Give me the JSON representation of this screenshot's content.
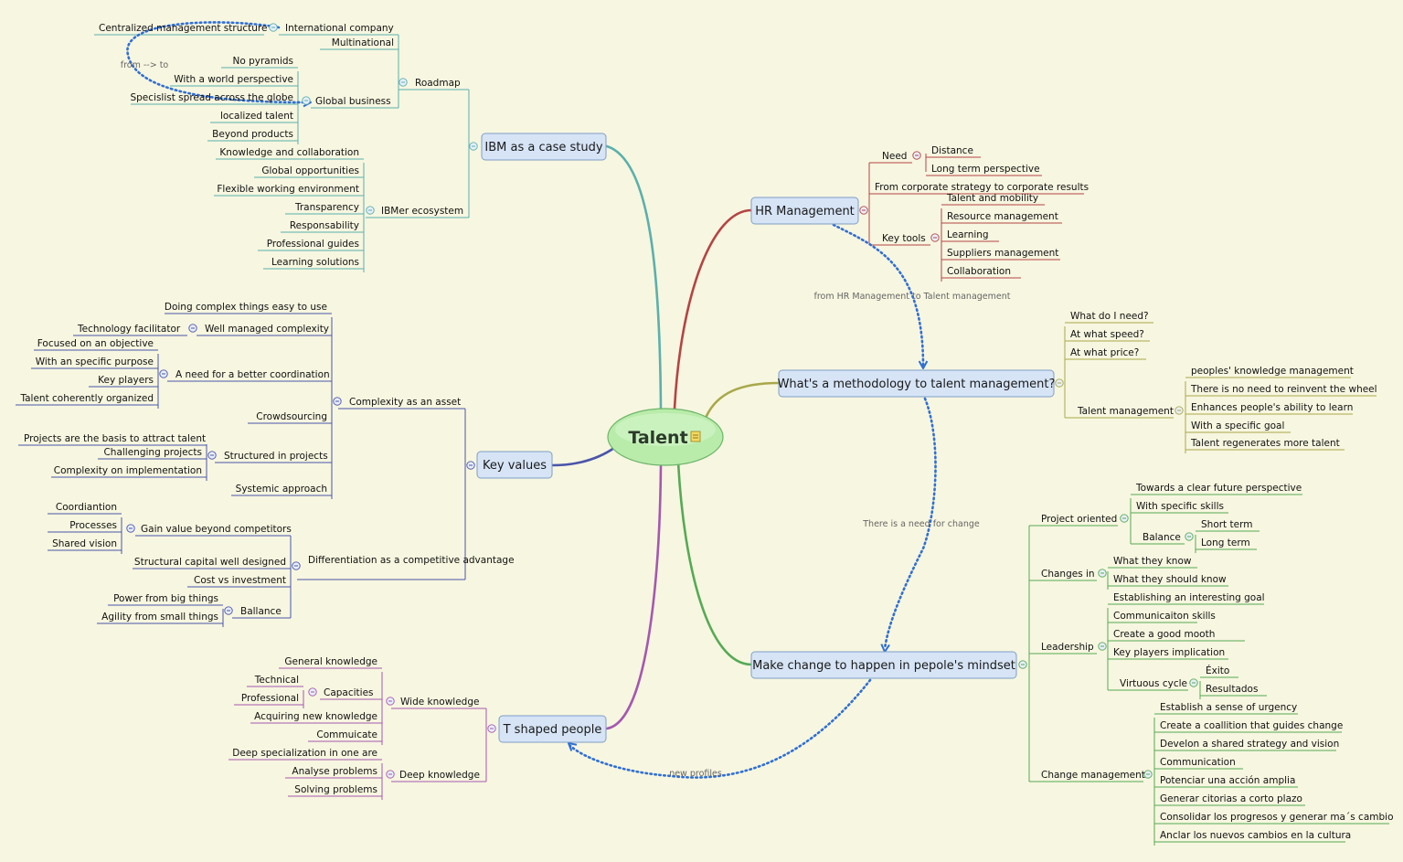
{
  "colors": {
    "background": "#f7f6e0",
    "teal": "#5ab0ac",
    "red": "#b54444",
    "olive": "#a8a84a",
    "green": "#55aa55",
    "purple": "#a558b0",
    "blue": "#4a55aa",
    "connector": "#2f6fd6",
    "topic_fill": "#d6e4f6",
    "topic_border": "#7f9fc6",
    "center_fill": "#b9ecaa"
  },
  "center": {
    "label": "Talent",
    "icon": "note-icon"
  },
  "branches": {
    "ibm": {
      "label": "IBM as a case study",
      "children": [
        {
          "label": "Roadmap",
          "children": [
            {
              "label": "International company",
              "children": [
                {
                  "label": "Centralized management structure"
                }
              ]
            },
            {
              "label": "Multinational"
            },
            {
              "label": "Global business",
              "children": [
                {
                  "label": "No pyramids"
                },
                {
                  "label": "With a world perspective"
                },
                {
                  "label": "Specislist spread across the globe"
                },
                {
                  "label": "localized talent"
                },
                {
                  "label": "Beyond products"
                }
              ]
            }
          ]
        },
        {
          "label": "IBMer ecosystem",
          "children": [
            {
              "label": "Knowledge and collaboration"
            },
            {
              "label": "Global opportunities"
            },
            {
              "label": "Flexible working environment"
            },
            {
              "label": "Transparency"
            },
            {
              "label": "Responsability"
            },
            {
              "label": "Professional guides"
            },
            {
              "label": "Learning solutions"
            }
          ]
        }
      ]
    },
    "key_values": {
      "label": "Key values",
      "children": [
        {
          "label": "Complexity as an asset",
          "children": [
            {
              "label": "Doing complex things easy to use"
            },
            {
              "label": "Well managed complexity",
              "children": [
                {
                  "label": "Technology facilitator"
                }
              ]
            },
            {
              "label": "A need for a better coordination",
              "children": [
                {
                  "label": "Focused on an objective"
                },
                {
                  "label": "With an specific purpose"
                },
                {
                  "label": "Key players"
                },
                {
                  "label": "Talent coherently organized"
                }
              ]
            },
            {
              "label": "Crowdsourcing"
            },
            {
              "label": "Structured in projects",
              "children": [
                {
                  "label": "Projects are the basis to attract talent"
                },
                {
                  "label": "Challenging projects"
                },
                {
                  "label": "Complexity on implementation"
                }
              ]
            },
            {
              "label": "Systemic approach"
            }
          ]
        },
        {
          "label": "Differentiation as a competitive advantage",
          "children": [
            {
              "label": "Gain value beyond competitors",
              "children": [
                {
                  "label": "Coordiantion"
                },
                {
                  "label": "Processes"
                },
                {
                  "label": "Shared vision"
                }
              ]
            },
            {
              "label": "Structural capital well designed"
            },
            {
              "label": "Cost vs investment"
            },
            {
              "label": "Ballance",
              "children": [
                {
                  "label": "Power from big things"
                },
                {
                  "label": "Agility from small things"
                }
              ]
            }
          ]
        }
      ]
    },
    "t_shaped": {
      "label": "T shaped people",
      "children": [
        {
          "label": "Wide knowledge",
          "children": [
            {
              "label": "General knowledge"
            },
            {
              "label": "Capacities",
              "children": [
                {
                  "label": "Technical"
                },
                {
                  "label": "Professional"
                }
              ]
            },
            {
              "label": "Acquiring new knowledge"
            },
            {
              "label": "Commuicate"
            }
          ]
        },
        {
          "label": "Deep knowledge",
          "children": [
            {
              "label": "Deep specialization in one are"
            },
            {
              "label": "Analyse problems"
            },
            {
              "label": "Solving problems"
            }
          ]
        }
      ]
    },
    "hr": {
      "label": "HR Management",
      "children": [
        {
          "label": "Need",
          "children": [
            {
              "label": "Distance"
            },
            {
              "label": "Long term perspective"
            }
          ]
        },
        {
          "label": "From corporate strategy to corporate results"
        },
        {
          "label": "Key tools",
          "children": [
            {
              "label": "Talent and mobility"
            },
            {
              "label": "Resource management"
            },
            {
              "label": "Learning"
            },
            {
              "label": "Suppliers management"
            },
            {
              "label": "Collaboration"
            }
          ]
        }
      ]
    },
    "methodology": {
      "label": "What's a methodology to talent management?",
      "children": [
        {
          "label": "What do I need?"
        },
        {
          "label": "At what speed?"
        },
        {
          "label": "At what price?"
        },
        {
          "label": "Talent management",
          "children": [
            {
              "label": "peoples' knowledge management"
            },
            {
              "label": "There is no need to reinvent the wheel"
            },
            {
              "label": "Enhances people's ability to learn"
            },
            {
              "label": "With a specific goal"
            },
            {
              "label": "Talent regenerates more talent"
            }
          ]
        }
      ]
    },
    "change": {
      "label": "Make change to happen in pepole's mindset",
      "children": [
        {
          "label": "Project oriented",
          "children": [
            {
              "label": "Towards a clear future perspective"
            },
            {
              "label": "With specific skills"
            },
            {
              "label": "Balance",
              "children": [
                {
                  "label": "Short term"
                },
                {
                  "label": "Long term"
                }
              ]
            }
          ]
        },
        {
          "label": "Changes in",
          "children": [
            {
              "label": "What they know"
            },
            {
              "label": "What they should know"
            }
          ]
        },
        {
          "label": "Leadership",
          "children": [
            {
              "label": "Establishing an interesting goal"
            },
            {
              "label": "Communicaiton skills"
            },
            {
              "label": "Create a good mooth"
            },
            {
              "label": "Key players implication"
            },
            {
              "label": "Virtuous cycle",
              "children": [
                {
                  "label": "Éxito"
                },
                {
                  "label": "Resultados"
                }
              ]
            }
          ]
        },
        {
          "label": "Change management",
          "children": [
            {
              "label": "Establish a sense of urgency"
            },
            {
              "label": "Create a coallition that guides change"
            },
            {
              "label": "Develon a shared strategy and vision"
            },
            {
              "label": "Communication"
            },
            {
              "label": "Potenciar una acción amplia"
            },
            {
              "label": "Generar citorias a corto plazo"
            },
            {
              "label": "Consolidar los progresos y generar ma´s cambio"
            },
            {
              "label": "Anclar los nuevos cambios en la cultura"
            }
          ]
        }
      ]
    }
  },
  "relationships": {
    "from_to": "from --> to",
    "hr_to_talent": "from HR Management to Talent management",
    "need_for_change": "There is a need for change",
    "new_profiles": "new profiles"
  }
}
